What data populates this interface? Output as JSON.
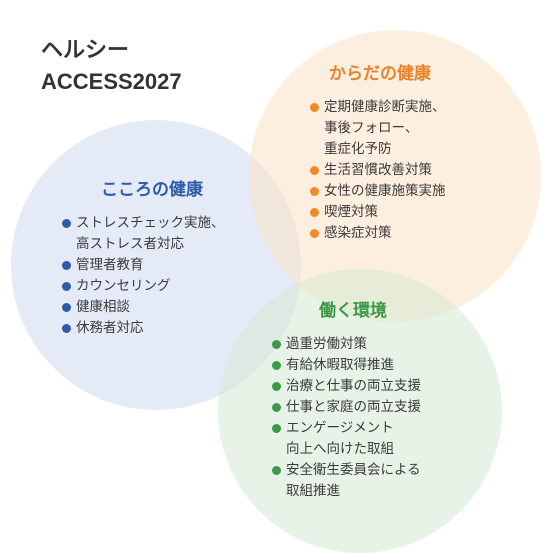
{
  "title": {
    "line1": "ヘルシー",
    "line2": "ACCESS2027"
  },
  "colors": {
    "mind": "#2f5aa8",
    "body": "#e8812a",
    "work": "#3b9a48"
  },
  "mind": {
    "heading": "こころの健康",
    "items": [
      "ストレスチェック実施、\n高ストレス者対応",
      "管理者教育",
      "カウンセリング",
      "健康相談",
      "休務者対応"
    ]
  },
  "body": {
    "heading": "からだの健康",
    "items": [
      "定期健康診断実施、\n事後フォロー、\n重症化予防",
      "生活習慣改善対策",
      "女性の健康施策実施",
      "喫煙対策",
      "感染症対策"
    ]
  },
  "work": {
    "heading": "働く環境",
    "items": [
      "過重労働対策",
      "有給休暇取得推進",
      "治療と仕事の両立支援",
      "仕事と家庭の両立支援",
      "エンゲージメント\n向上へ向けた取組",
      "安全衛生委員会による\n取組推進"
    ]
  }
}
